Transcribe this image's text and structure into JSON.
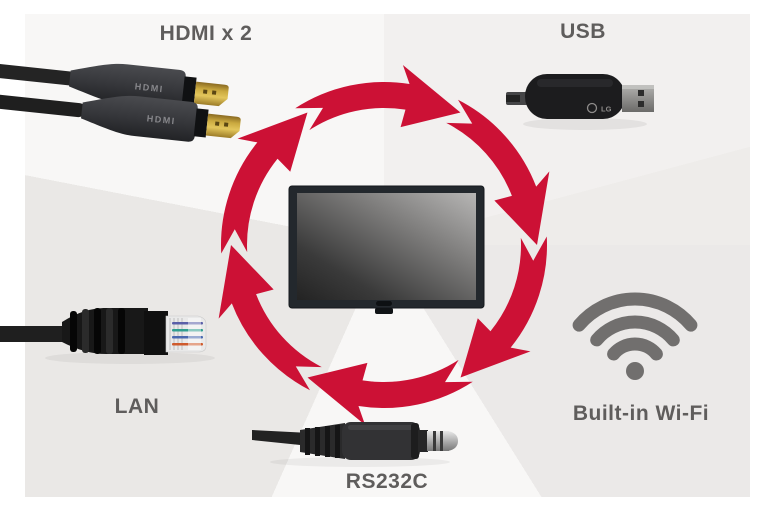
{
  "figure": {
    "description": "LG display connectivity cycle diagram",
    "background": "#ffffff"
  },
  "labels": {
    "hdmi": "HDMI x 2",
    "usb": "USB",
    "lan": "LAN",
    "rs232c": "RS232C",
    "wifi": "Built-in Wi-Fi"
  },
  "device_markings": {
    "hdmi_connector": "HDMI",
    "usb_dongle": "LG"
  },
  "icons": {
    "cycle_arrows": "circular-red-arrows-clockwise",
    "wifi": "wifi-signal-3-arcs-with-dot",
    "display": "flat-panel-monitor",
    "hdmi": "hdmi-cable-photo",
    "usb": "usb-dongle-photo",
    "lan": "rj45-ethernet-cable-photo",
    "rs232c": "3.5mm-jack-cable-photo"
  },
  "colors": {
    "cycle_arrows_red": "#cc1135",
    "label_text": "#5f5d5c",
    "wifi_icon_gray": "#716f6e",
    "background_wedge_light": "#f8f7f6",
    "background_wedge_gray": "#eae8e6",
    "page_margin": "#ffffff"
  }
}
